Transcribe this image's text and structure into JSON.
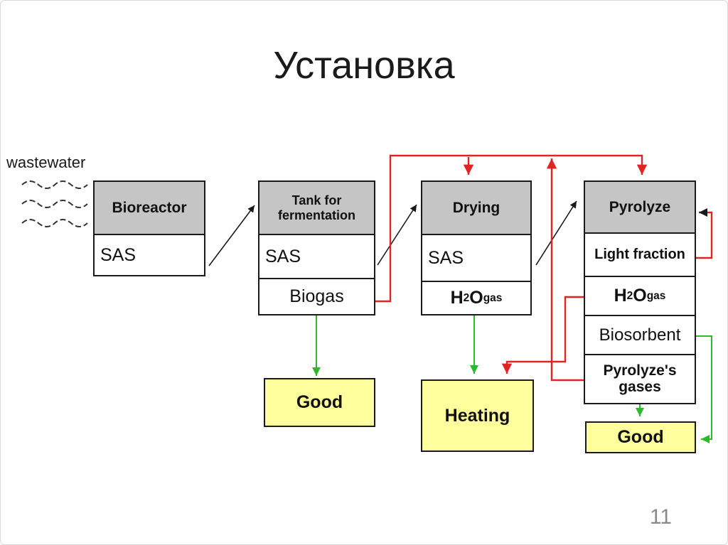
{
  "slide": {
    "title": "Установка",
    "page_number": "11"
  },
  "colors": {
    "box_header_fill": "#c5c5c5",
    "box_border": "#1a1a1a",
    "output_fill": "#ffff9d",
    "flow_red": "#e02424",
    "flow_green": "#2eb82e",
    "flow_black": "#1a1a1a",
    "page_number_gray": "#8a8a8a"
  },
  "diagram": {
    "wastewater_label": "wastewater",
    "stages": {
      "bioreactor": {
        "header": "Bioreactor",
        "row_sas": "SAS"
      },
      "tank": {
        "header": "Tank for fermentation",
        "row_sas": "SAS",
        "row_biogas": "Biogas"
      },
      "drying": {
        "header": "Drying",
        "row_sas": "SAS",
        "h2o": {
          "base": "H",
          "sub_2": "2",
          "o": "O",
          "sub_gas": "gas"
        }
      },
      "pyrolyze": {
        "header": "Pyrolyze",
        "row_light_fraction": "Light fraction",
        "h2o": {
          "base": "H",
          "sub_2": "2",
          "o": "O",
          "sub_gas": "gas"
        },
        "row_biosorbent": "Biosorbent",
        "row_gases": "Pyrolyze's gases"
      }
    },
    "outputs": {
      "good_left": "Good",
      "heating": "Heating",
      "good_right": "Good"
    }
  }
}
